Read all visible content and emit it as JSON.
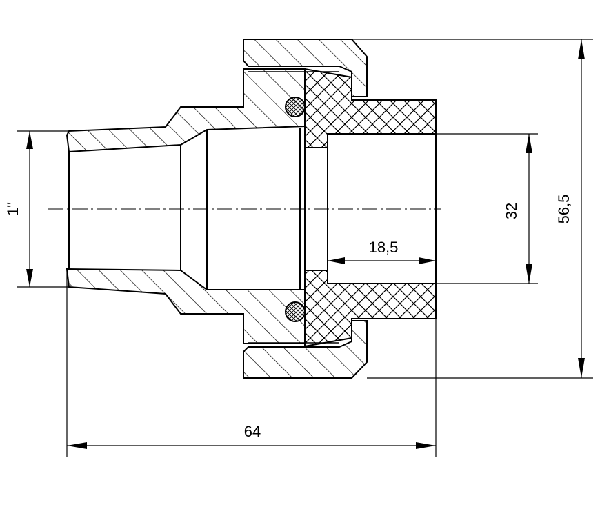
{
  "colors": {
    "line": "#000000",
    "background": "#ffffff"
  },
  "dimensions": {
    "thread": "1\"",
    "outer_diameter": "56,5",
    "inner_diameter": "32",
    "socket_depth": "18,5",
    "total_length": "64"
  }
}
